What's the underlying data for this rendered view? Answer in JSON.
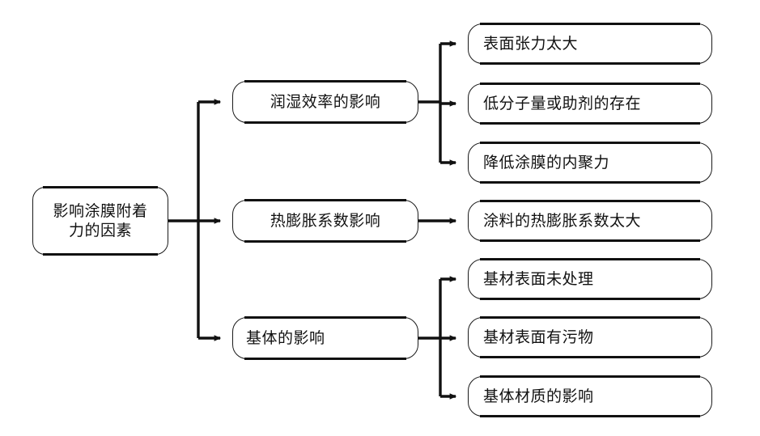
{
  "diagram": {
    "type": "tree-mindmap",
    "title_node": "影响涂膜附着\n力的因素",
    "colors": {
      "background": "#ffffff",
      "stroke": "#111111",
      "node_fill": "#ffffff",
      "text": "#111111"
    },
    "root": {
      "label": "影响涂膜附着\n力的因素"
    },
    "branches": [
      {
        "label": "润湿效率的影响",
        "children": [
          {
            "label": "表面张力太大"
          },
          {
            "label": "低分子量或助剂的存在"
          },
          {
            "label": "降低涂膜的内聚力"
          }
        ]
      },
      {
        "label": "热膨胀系数影响",
        "children": [
          {
            "label": "涂料的热膨胀系数太大"
          }
        ]
      },
      {
        "label": "基体的影响",
        "children": [
          {
            "label": "基材表面未处理"
          },
          {
            "label": "基材表面有污物"
          },
          {
            "label": "基体材质的影响"
          }
        ]
      }
    ]
  }
}
